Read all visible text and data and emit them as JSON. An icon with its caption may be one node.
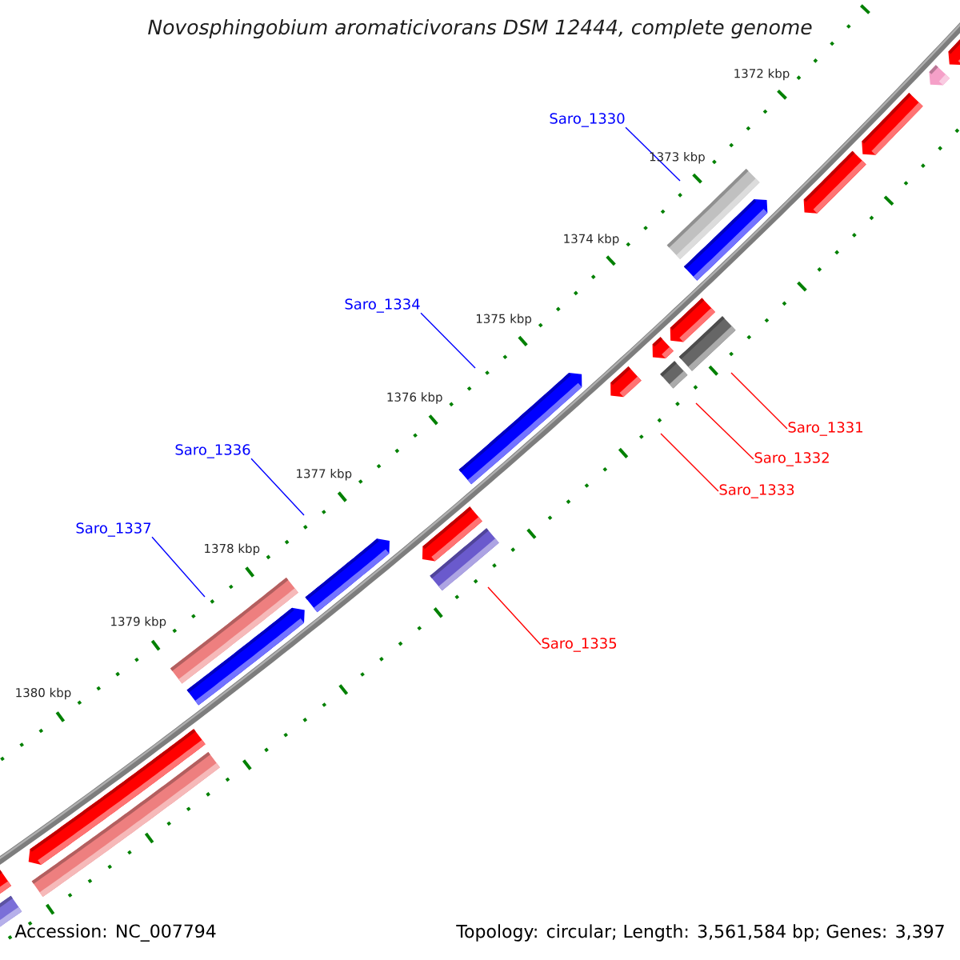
{
  "diagram": {
    "title": "Novosphingobium aromaticivorans DSM 12444, complete genome",
    "nodes": [
      {
        "text": [
          "Saro_1330"
        ]
      },
      {
        "text": [
          "Saro_1334"
        ]
      },
      {
        "text": [
          "Saro_1336"
        ]
      },
      {
        "text": [
          "Saro_1337"
        ]
      },
      {
        "text": [
          "Saro_1331"
        ]
      },
      {
        "text": [
          "Saro_1332"
        ]
      },
      {
        "text": [
          "Saro_1333"
        ]
      },
      {
        "text": [
          "Saro_1335"
        ]
      }
    ],
    "edges": [
      {
        "from": 0,
        "to": null,
        "arrow": "none",
        "color": "#0000ff"
      },
      {
        "from": 1,
        "to": null,
        "arrow": "none",
        "color": "#0000ff"
      },
      {
        "from": 2,
        "to": null,
        "arrow": "none",
        "color": "#0000ff"
      },
      {
        "from": 3,
        "to": null,
        "arrow": "none",
        "color": "#0000ff"
      },
      {
        "from": 4,
        "to": null,
        "arrow": "none",
        "color": "#ff0000"
      },
      {
        "from": 5,
        "to": null,
        "arrow": "none",
        "color": "#ff0000"
      },
      {
        "from": 6,
        "to": null,
        "arrow": "none",
        "color": "#ff0000"
      },
      {
        "from": 7,
        "to": null,
        "arrow": "none",
        "color": "#ff0000"
      }
    ],
    "labels": [
      "1372 kbp",
      "1373 kbp",
      "1374 kbp",
      "1375 kbp",
      "1376 kbp",
      "1377 kbp",
      "1378 kbp",
      "1379 kbp",
      "1380 kbp",
      "Accession: NC_007794",
      "Topology: circular; Length: 3,561,584 bp; Genes: 3,397"
    ]
  }
}
